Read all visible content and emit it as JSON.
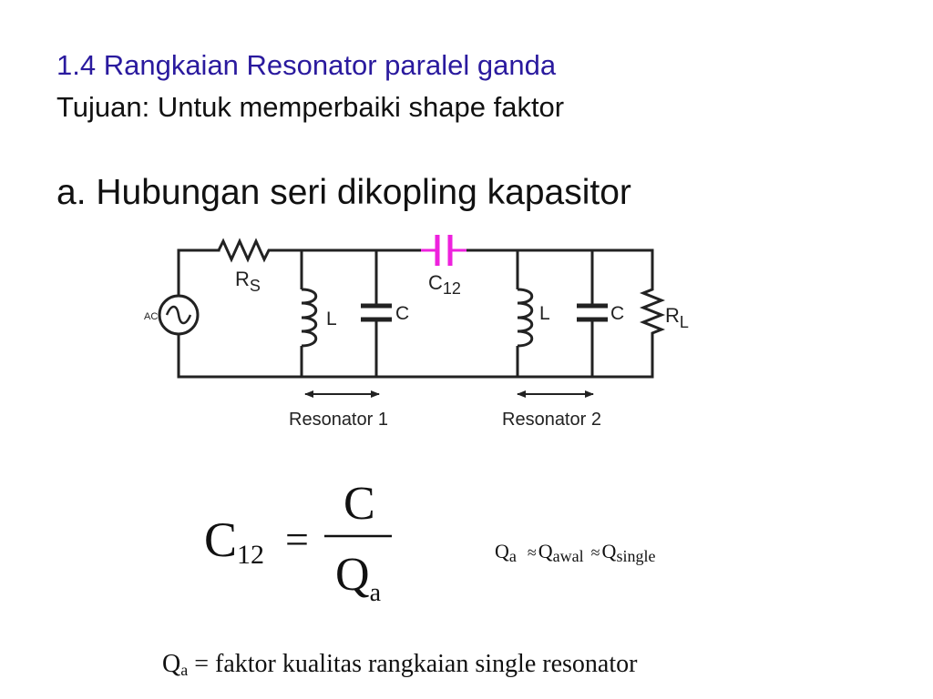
{
  "slide": {
    "title": "1.4 Rangkaian Resonator paralel ganda",
    "subtitle": "Tujuan: Untuk memperbaiki shape faktor",
    "heading": "a. Hubungan seri dikopling kapasitor"
  },
  "circuit": {
    "source_label": "AC",
    "rs_main": "R",
    "rs_sub": "S",
    "c12_main": "C",
    "c12_sub": "12",
    "inductor1_label": "L",
    "capacitor1_label": "C",
    "inductor2_label": "L",
    "capacitor2_label": "C",
    "rl_main": "R",
    "rl_sub": "L",
    "resonator1_label": "Resonator 1",
    "resonator2_label": "Resonator 2",
    "coupling_color": "#ee22dd"
  },
  "formula": {
    "lhs_main": "C",
    "lhs_sub": "12",
    "equals": "=",
    "numerator": "C",
    "denominator_main": "Q",
    "denominator_sub": "a"
  },
  "approx": {
    "q1_main": "Q",
    "q1_sub": "a",
    "op1": "≈",
    "q2_main": "Q",
    "q2_sub": "awal",
    "op2": "≈",
    "q3_main": "Q",
    "q3_sub": "single"
  },
  "definition": {
    "q_main": "Q",
    "q_sub": "a",
    "text": " = faktor kualitas rangkaian single resonator"
  }
}
